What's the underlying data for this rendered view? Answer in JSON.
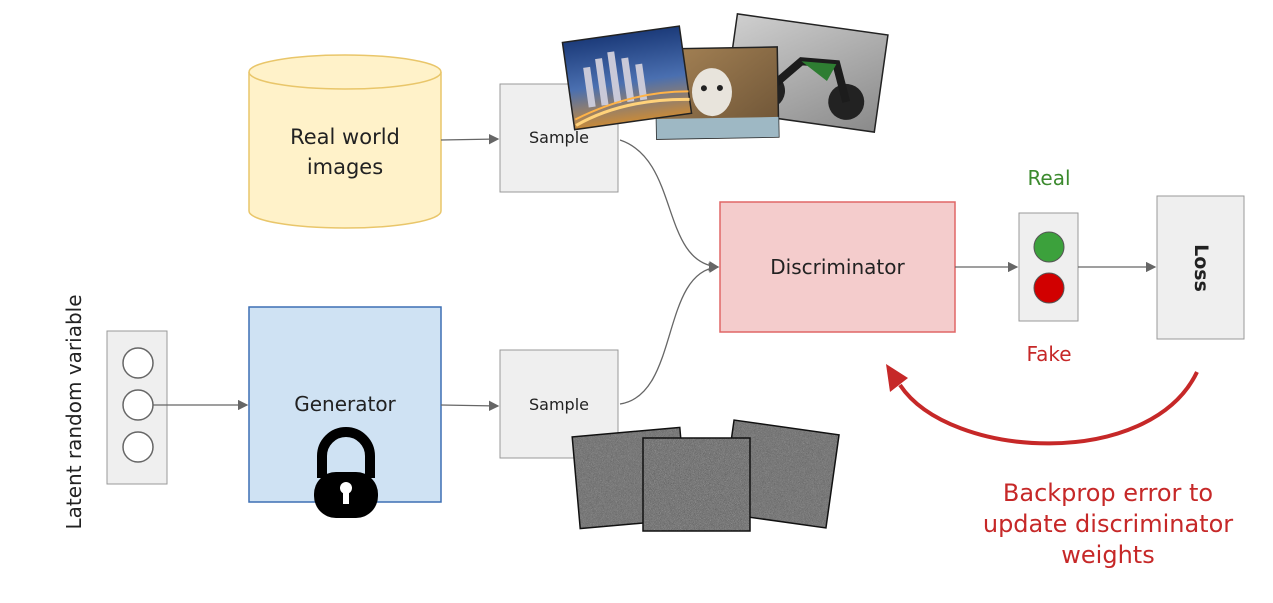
{
  "labels": {
    "real_world": "Real world images",
    "sample_top": "Sample",
    "sample_bottom": "Sample",
    "generator": "Generator",
    "discriminator": "Discriminator",
    "loss": "Loss",
    "real": "Real",
    "fake": "Fake",
    "latent": "Latent random variable",
    "backprop": "Backprop error to update discriminator weights"
  },
  "colors": {
    "database_fill": "#fff2c9",
    "database_stroke": "#e9c66a",
    "generator_fill": "#cfe2f3",
    "generator_stroke": "#3d6fb4",
    "discriminator_fill": "#f4cccc",
    "discriminator_stroke": "#e06666",
    "box_fill": "#efefef",
    "box_stroke": "#999999",
    "real_green": "#3c8a2e",
    "fake_red": "#c62828",
    "backprop_red": "#c62828",
    "arrow": "#666666"
  },
  "icons": {
    "lock": "padlock-icon",
    "real_images": "photo-thumbnails",
    "fake_images": "noise-thumbnails"
  }
}
